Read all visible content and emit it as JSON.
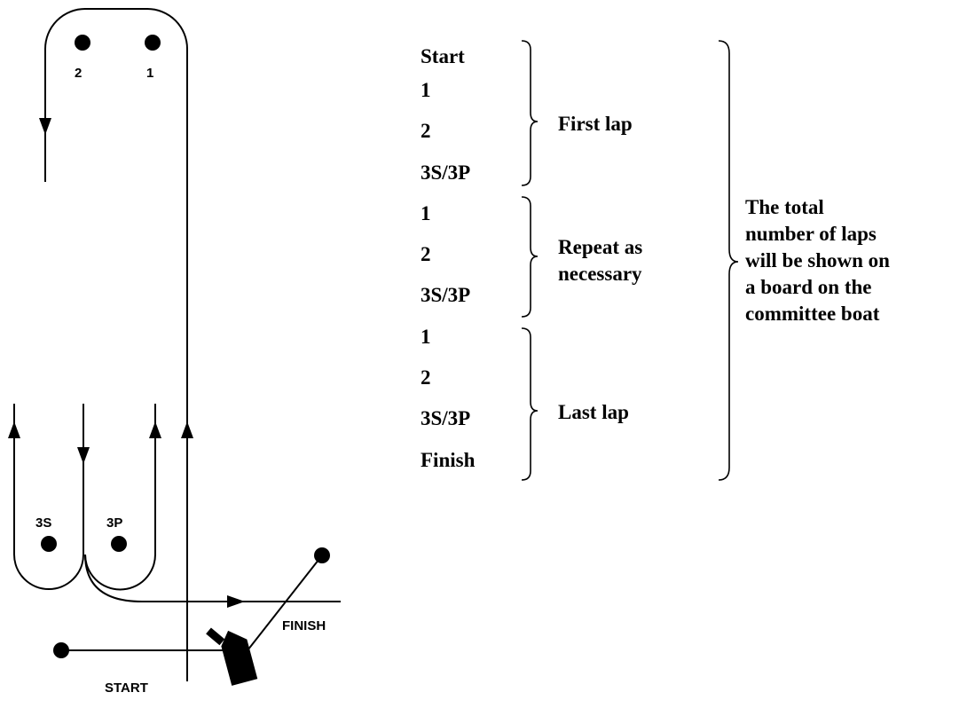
{
  "course": {
    "marks": [
      "2",
      "1",
      "3S",
      "3P"
    ],
    "finish_label": "FINISH",
    "start_label": "START"
  },
  "sequence": [
    "Start",
    "1",
    "2",
    "3S/3P",
    "1",
    "2",
    "3S/3P",
    "1",
    "2",
    "3S/3P",
    "Finish"
  ],
  "groups": {
    "first": "First lap",
    "repeat": [
      "Repeat as",
      "necessary"
    ],
    "last": "Last lap"
  },
  "note_lines": [
    "The total",
    "number of laps",
    "will be shown on",
    "a board on the",
    "committee boat"
  ],
  "colors": {
    "ink": "#000000",
    "background": "#ffffff"
  }
}
